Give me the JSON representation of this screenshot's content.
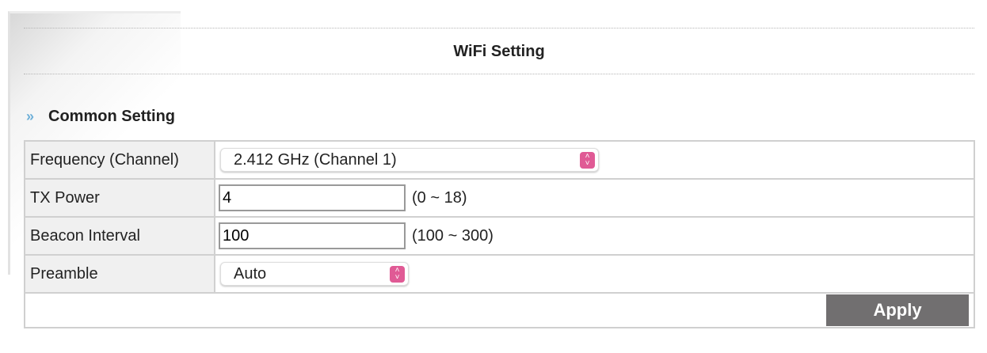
{
  "title": "WiFi Setting",
  "section": "Common Setting",
  "rows": [
    {
      "label": "Frequency (Channel)",
      "value": "2.412 GHz (Channel 1)"
    },
    {
      "label": "TX Power",
      "value": "4",
      "hint": "(0 ~ 18)"
    },
    {
      "label": "Beacon Interval",
      "value": "100",
      "hint": "(100 ~ 300)"
    },
    {
      "label": "Preamble",
      "value": "Auto"
    }
  ],
  "apply_label": "Apply",
  "accent": "#e05a95"
}
